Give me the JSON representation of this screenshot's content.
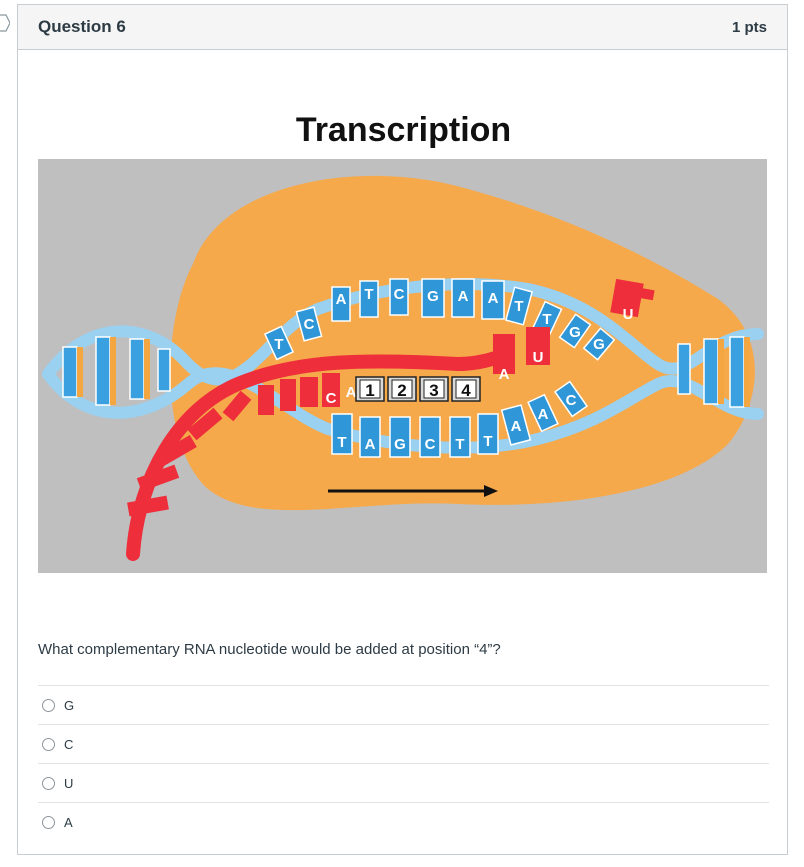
{
  "question": {
    "title": "Question 6",
    "points": "1 pts",
    "figure_title": "Transcription",
    "prompt": "What complementary RNA nucleotide would be added at position “4”?",
    "answers": [
      "G",
      "C",
      "U",
      "A"
    ]
  },
  "figure": {
    "top_strand_letters": [
      "T",
      "C",
      "A",
      "T",
      "C",
      "G",
      "A",
      "A",
      "T",
      "T",
      "G",
      "G"
    ],
    "bottom_strand_letters": [
      "C",
      "A",
      "T",
      "A",
      "G",
      "C",
      "T",
      "T",
      "A",
      "A",
      "C"
    ],
    "rna_letters": [
      "A",
      "U",
      "U"
    ],
    "positions": [
      "1",
      "2",
      "3",
      "4"
    ],
    "colors": {
      "background": "#bfbfbf",
      "polymerase": "#f6a94a",
      "dna_blue": "#3aa0e0",
      "rna_red": "#ee2e3b"
    }
  }
}
